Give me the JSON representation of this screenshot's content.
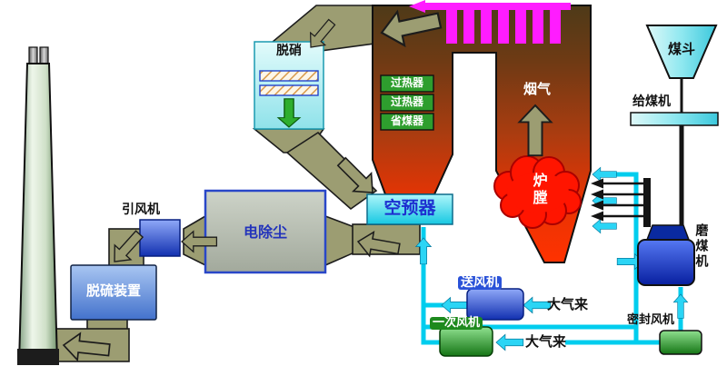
{
  "diagram": {
    "labels": {
      "denitrification": "脱硝",
      "superheater_upper": "过热器",
      "superheater_lower": "过热器",
      "economizer": "省煤器",
      "flue_gas": "烟气",
      "furnace": "炉膛",
      "air_preheater": "空预器",
      "esp": "电除尘",
      "id_fan": "引风机",
      "fgd": "脱硫装置",
      "coal_hopper": "煤斗",
      "coal_feeder": "给煤机",
      "coal_mill": "磨煤机",
      "seal_fan": "密封风机",
      "fd_fan": "送风机",
      "pa_fan": "一次风机",
      "air_from_atmosphere_1": "大气来",
      "air_from_atmosphere_2": "大气来"
    },
    "colors": {
      "flue_duct": "#9c9d72",
      "air_pipe": "#00cdee",
      "boiler_top": "#4e3a18",
      "boiler_bottom": "#ff3200",
      "furnace_flame": "#ff1500",
      "tube_bank": "#ff00ff",
      "component_green": "#2e9e2e",
      "component_blue": "#2a52d8",
      "esp_body": "#b9bfb3"
    }
  }
}
